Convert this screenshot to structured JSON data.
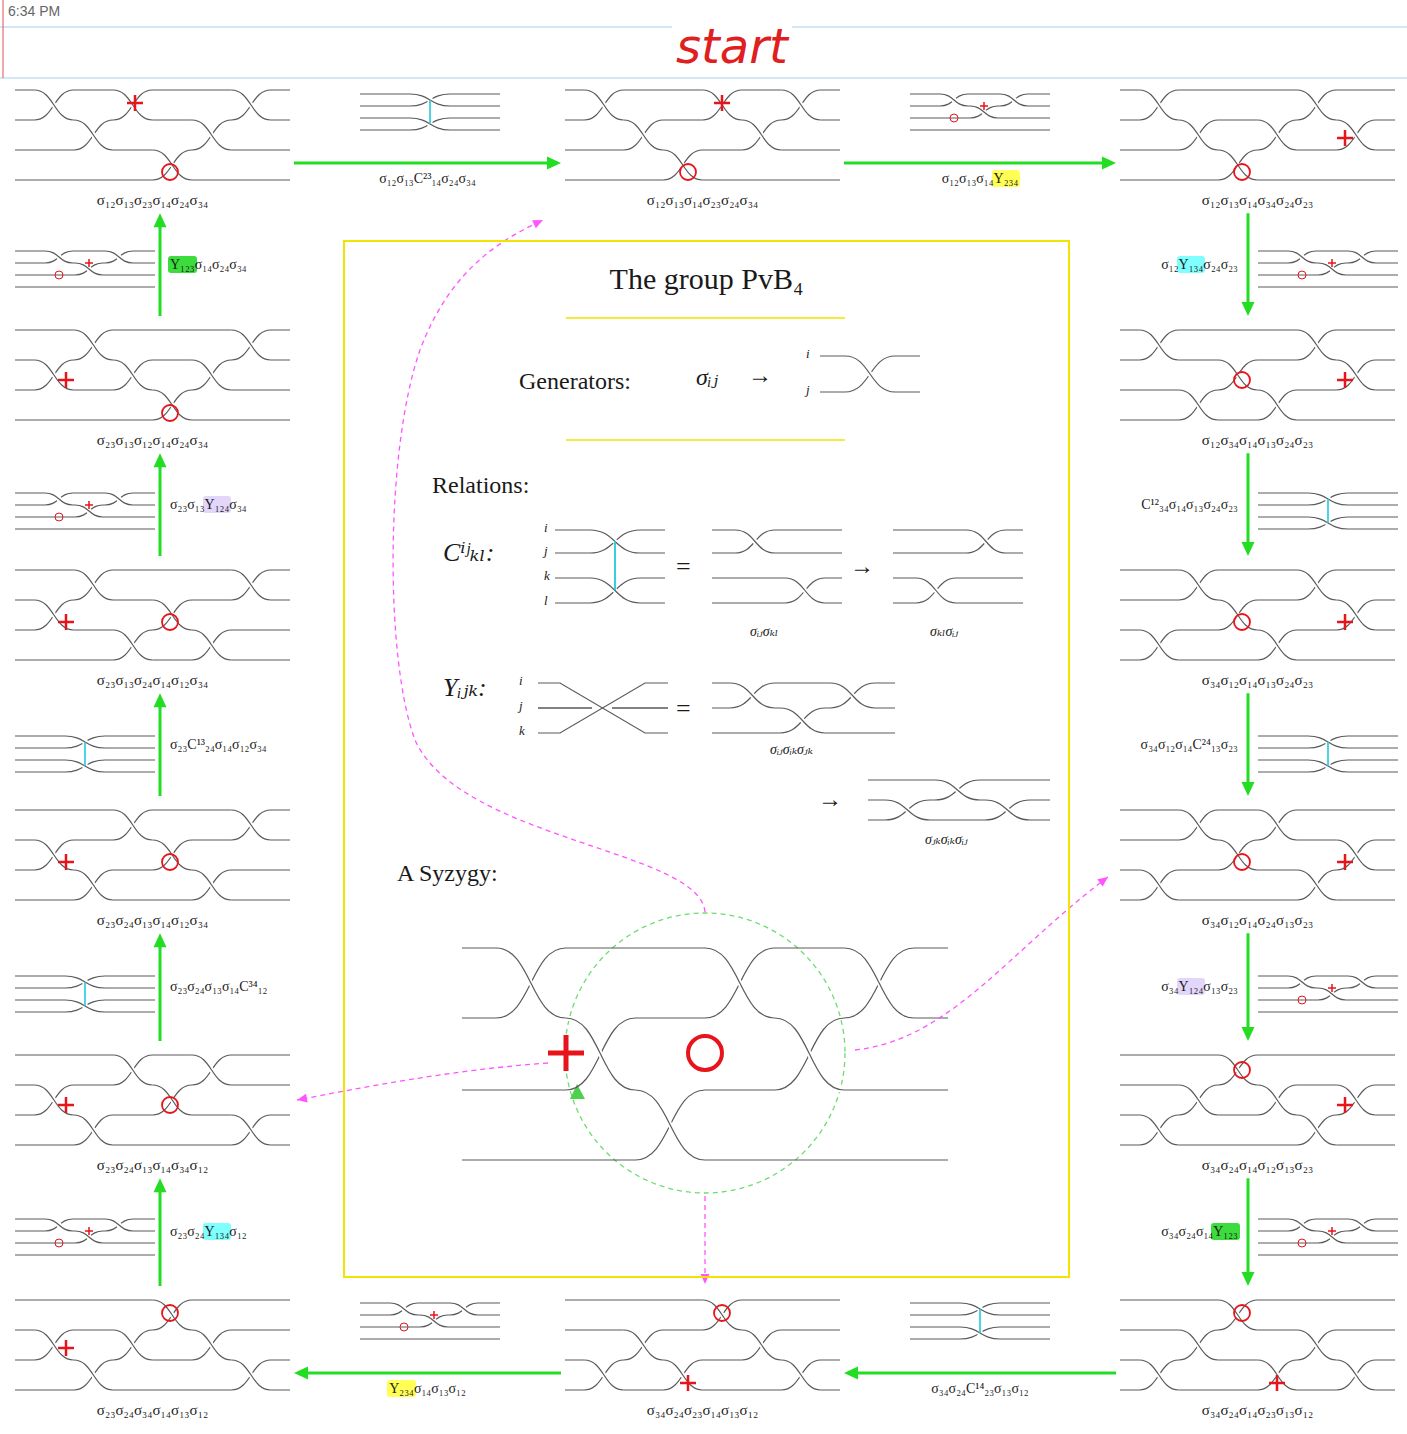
{
  "diagram": {
    "nodes": [
      {
        "text": [
          "σ₁₂σ₁₃σ₂₃σ₁₄σ₂₄σ₃₄"
        ]
      },
      {
        "text": [
          "σ₁₂σ₁₃σ₁₄σ₂₃σ₂₄σ₃₄"
        ]
      },
      {
        "text": [
          "σ₁₂σ₁₃σ₁₄σ₃₄σ₂₄σ₂₃"
        ]
      },
      {
        "text": [
          "The group PvB₄",
          "Generators:",
          "Relations:",
          "A Syzygy:"
        ]
      },
      {
        "text": [
          "σ₂₃σ₁₃σ₁₂σ₁₄σ₂₄σ₃₄"
        ]
      },
      {
        "text": [
          "σ₁₂σ₃₄σ₁₄σ₁₃σ₂₄σ₂₃"
        ]
      },
      {
        "text": [
          "σ₂₃σ₁₃σ₂₄σ₁₄σ₁₂σ₃₄"
        ]
      },
      {
        "text": [
          "σ₃₄σ₁₂σ₁₄σ₁₃σ₂₄σ₂₃"
        ]
      },
      {
        "text": [
          "σ₂₃σ₂₄σ₁₃σ₁₄σ₁₂σ₃₄"
        ]
      },
      {
        "text": [
          "σ₃₄σ₁₂σ₁₄σ₂₄σ₁₃σ₂₃"
        ]
      },
      {
        "text": [
          "σ₂₃σ₂₄σ₁₃σ₁₄σ₃₄σ₁₂"
        ]
      },
      {
        "text": [
          "σ₃₄σ₂₄σ₁₄σ₁₂σ₁₃σ₂₃"
        ]
      },
      {
        "text": [
          "σ₂₃σ₂₄σ₃₄σ₁₄σ₁₃σ₁₂"
        ]
      },
      {
        "text": [
          "σ₃₄σ₂₄σ₂₃σ₁₄σ₁₃σ₁₂"
        ]
      },
      {
        "text": [
          "σ₃₄σ₂₄σ₁₄σ₂₃σ₁₃σ₁₂"
        ]
      }
    ],
    "edges": [
      {
        "from": 0,
        "to": 1,
        "arrow": "to",
        "label": "σ₁₂σ₁₃C²³₁₄σ₂₄σ₃₄"
      },
      {
        "from": 1,
        "to": 2,
        "arrow": "to",
        "label": "σ₁₂σ₁₃σ₁₄Y₂₃₄"
      },
      {
        "from": 2,
        "to": 5,
        "arrow": "to",
        "label": "σ₁₂Y₁₃₄σ₂₄σ₂₃"
      },
      {
        "from": 5,
        "to": 7,
        "arrow": "to",
        "label": "C¹²₃₄σ₁₄σ₁₃σ₂₄σ₂₃"
      },
      {
        "from": 7,
        "to": 9,
        "arrow": "to",
        "label": "σ₃₄σ₁₂σ₁₄C²⁴₁₃σ₂₃"
      },
      {
        "from": 9,
        "to": 11,
        "arrow": "to",
        "label": "σ₃₄Y₁₂₄σ₁₃σ₂₃"
      },
      {
        "from": 11,
        "to": 14,
        "arrow": "to",
        "label": "σ₃₄σ₂₄σ₁₄Y₁₂₃"
      },
      {
        "from": 14,
        "to": 13,
        "arrow": "to",
        "label": "σ₃₄σ₂₄C¹⁴₂₃σ₁₃σ₁₂"
      },
      {
        "from": 13,
        "to": 12,
        "arrow": "to",
        "label": "Y₂₃₄σ₁₄σ₁₃σ₁₂"
      },
      {
        "from": 12,
        "to": 10,
        "arrow": "to",
        "label": "σ₂₃σ₂₄Y₁₃₄σ₁₂"
      },
      {
        "from": 10,
        "to": 8,
        "arrow": "to",
        "label": "σ₂₃σ₂₄σ₁₃σ₁₄C³⁴₁₂"
      },
      {
        "from": 8,
        "to": 6,
        "arrow": "to",
        "label": "σ₂₃C¹³₂₄σ₁₄σ₁₂σ₃₄"
      },
      {
        "from": 6,
        "to": 4,
        "arrow": "to",
        "label": "σ₂₃σ₁₃Y₁₂₄σ₃₄"
      },
      {
        "from": 4,
        "to": 0,
        "arrow": "to",
        "label": "Y₁₂₃σ₁₄σ₂₄σ₃₄"
      }
    ],
    "labels": [
      "6:34 PM",
      "start",
      "σᵢⱼ",
      "→",
      "i",
      "j",
      "Cⁱʲₖₗ:",
      "i",
      "j",
      "k",
      "l",
      "=",
      "σᵢⱼσₖₗ",
      "→",
      "σₖₗσᵢⱼ",
      "Yᵢⱼₖ:",
      "i",
      "j",
      "k",
      "=",
      "σᵢⱼσᵢₖσⱼₖ",
      "→",
      "σⱼₖσᵢₖσᵢⱼ"
    ]
  }
}
